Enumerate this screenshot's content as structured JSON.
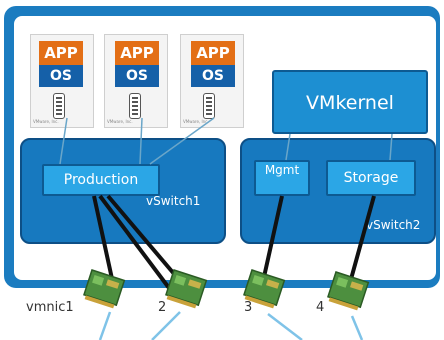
{
  "colors": {
    "host_border": "#1b7cc0",
    "app": "#e36f16",
    "os": "#1560a8",
    "vswitch": "#1779bf",
    "portgroup": "#2ba6e6",
    "vmkernel": "#1d8fd2",
    "nic_board": "#3f7d3a"
  },
  "vms": [
    {
      "app": "APP",
      "os": "OS",
      "vendor": "VMware, Inc."
    },
    {
      "app": "APP",
      "os": "OS",
      "vendor": "VMware, Inc."
    },
    {
      "app": "APP",
      "os": "OS",
      "vendor": "VMware, Inc."
    }
  ],
  "vmkernel": "VMkernel",
  "vswitch1": {
    "name": "vSwitch1",
    "portgroup": "Production"
  },
  "vswitch2": {
    "name": "vSwitch2",
    "portgroups": [
      "Mgmt",
      "Storage"
    ]
  },
  "uplinks": [
    "vmnic1",
    "2",
    "3",
    "4"
  ]
}
